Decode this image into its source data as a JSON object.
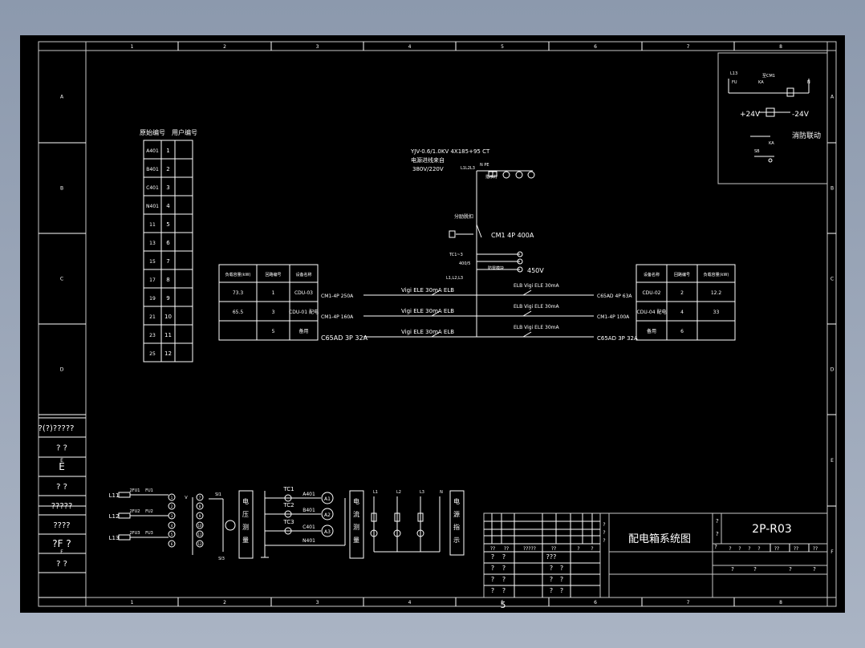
{
  "colors": {
    "background": "#000000",
    "line": "#ffffff",
    "frame": "#c8c8c8"
  },
  "border": {
    "columns": [
      "1",
      "2",
      "3",
      "4",
      "5",
      "6",
      "7",
      "8"
    ],
    "rows": [
      "A",
      "B",
      "C",
      "D",
      "E",
      "F"
    ]
  },
  "left_strip": {
    "cells": [
      "?(?)?????",
      "?   ?",
      "E",
      "?   ?",
      "?????",
      "????",
      "?F  ?",
      "?   ?"
    ]
  },
  "number_table": {
    "headers": [
      "原始编号",
      "用户编号"
    ],
    "rows": [
      [
        "A401",
        "1"
      ],
      [
        "B401",
        "2"
      ],
      [
        "C401",
        "3"
      ],
      [
        "N401",
        "4"
      ],
      [
        "11",
        "5"
      ],
      [
        "13",
        "6"
      ],
      [
        "15",
        "7"
      ],
      [
        "17",
        "8"
      ],
      [
        "19",
        "9"
      ],
      [
        "21",
        "10"
      ],
      [
        "23",
        "11"
      ],
      [
        "25",
        "12"
      ]
    ]
  },
  "load_table_left": {
    "headers": [
      "负载容量(kW)",
      "回路编号",
      "设备名称"
    ],
    "rows": [
      [
        "73.3",
        "1",
        "CDU-03"
      ],
      [
        "65.5",
        "3",
        "CDU-01 配电"
      ],
      [
        "",
        "5",
        "备用"
      ]
    ]
  },
  "load_table_right": {
    "headers": [
      "设备名称",
      "回路编号",
      "负载容量(kW)"
    ],
    "rows": [
      [
        "CDU-02",
        "2",
        "12.2"
      ],
      [
        "CDU-04 配电",
        "4",
        "33"
      ],
      [
        "备用",
        "6",
        ""
      ]
    ]
  },
  "diagram_text": {
    "cable": "YJV-0.6/1.0KV 4X185+95 CT",
    "supply1": "电源进线来自",
    "supply2": "380V/220V",
    "l_label": "L1L2L3",
    "npe": "N  PE",
    "ind_label": "指示灯",
    "shunt": "分励脱扣",
    "main_breaker": "CM1  4P  400A",
    "ct": "TC1~3",
    "ct_ratio": "400/5",
    "lightning": "防雷模块",
    "volt_450": "450V",
    "l_bus": "L1,L2,L3",
    "left_feeders": [
      "CM1-4P 250A",
      "CM1-4P 160A",
      "C65AD 3P 32A"
    ],
    "right_feeders": [
      "C65AD 4P 63A",
      "CM1-4P 100A",
      "C65AD 3P 32A"
    ],
    "rcd_left": [
      "Vigi ELE 30mA ELB",
      "Vigi ELE 30mA ELB",
      "Vigi ELE 30mA ELB"
    ],
    "rcd_right": [
      "ELB Vigi ELE 30mA",
      "ELB Vigi ELE 30mA",
      "ELB Vigi ELE 30mA"
    ]
  },
  "control_circuit": {
    "l13": "L13",
    "n": "N",
    "fuse_lbl": "FU",
    "k_lbl": "KA",
    "cmd": "至CM1",
    "p24": "+24V",
    "m24": "-24V",
    "ka": "KA",
    "fire": "消防联动",
    "sb": "SB"
  },
  "metering": {
    "lines": [
      "L11",
      "L12",
      "L13"
    ],
    "fuses": [
      "2FU1",
      "2FU2",
      "2FU3"
    ],
    "fus_tag": [
      "FU1",
      "FU2",
      "FU3"
    ],
    "terminals": [
      "1",
      "2",
      "3",
      "4",
      "5",
      "6",
      "7",
      "8",
      "9",
      "10",
      "11",
      "12"
    ],
    "v_tag": "V",
    "sw_top": "SI1",
    "sw_bot": "SI3",
    "volt_box": "电压测量",
    "ct_names": [
      "TC1",
      "TC2",
      "TC3"
    ],
    "ct_wires": [
      "A401",
      "B401",
      "C401",
      "N401"
    ],
    "ammeters": [
      "A1",
      "A2",
      "A3"
    ],
    "amp_box": "电流测量",
    "lamp_lines": [
      "L1",
      "L2",
      "L3",
      "N"
    ],
    "lamp_box": "电源指示"
  },
  "title_block": {
    "title": "配电箱系统图",
    "drawing_no": "2P-R03",
    "marks": [
      "?",
      "?",
      "?"
    ],
    "sign_rows": [
      [
        "?",
        "?",
        "???"
      ],
      [
        "?",
        "?",
        "?",
        "?"
      ],
      [
        "?",
        "?",
        "?",
        "?"
      ],
      [
        "?",
        "?",
        "?",
        "?"
      ]
    ],
    "head_row": [
      "??",
      "??",
      "?????",
      "??",
      "?",
      "?"
    ],
    "right_heads": [
      "?",
      "?",
      "?",
      "?",
      "??",
      "??",
      "??"
    ],
    "right_vals": [
      "?",
      "?",
      "?",
      "?"
    ],
    "sheet_no": "5"
  }
}
